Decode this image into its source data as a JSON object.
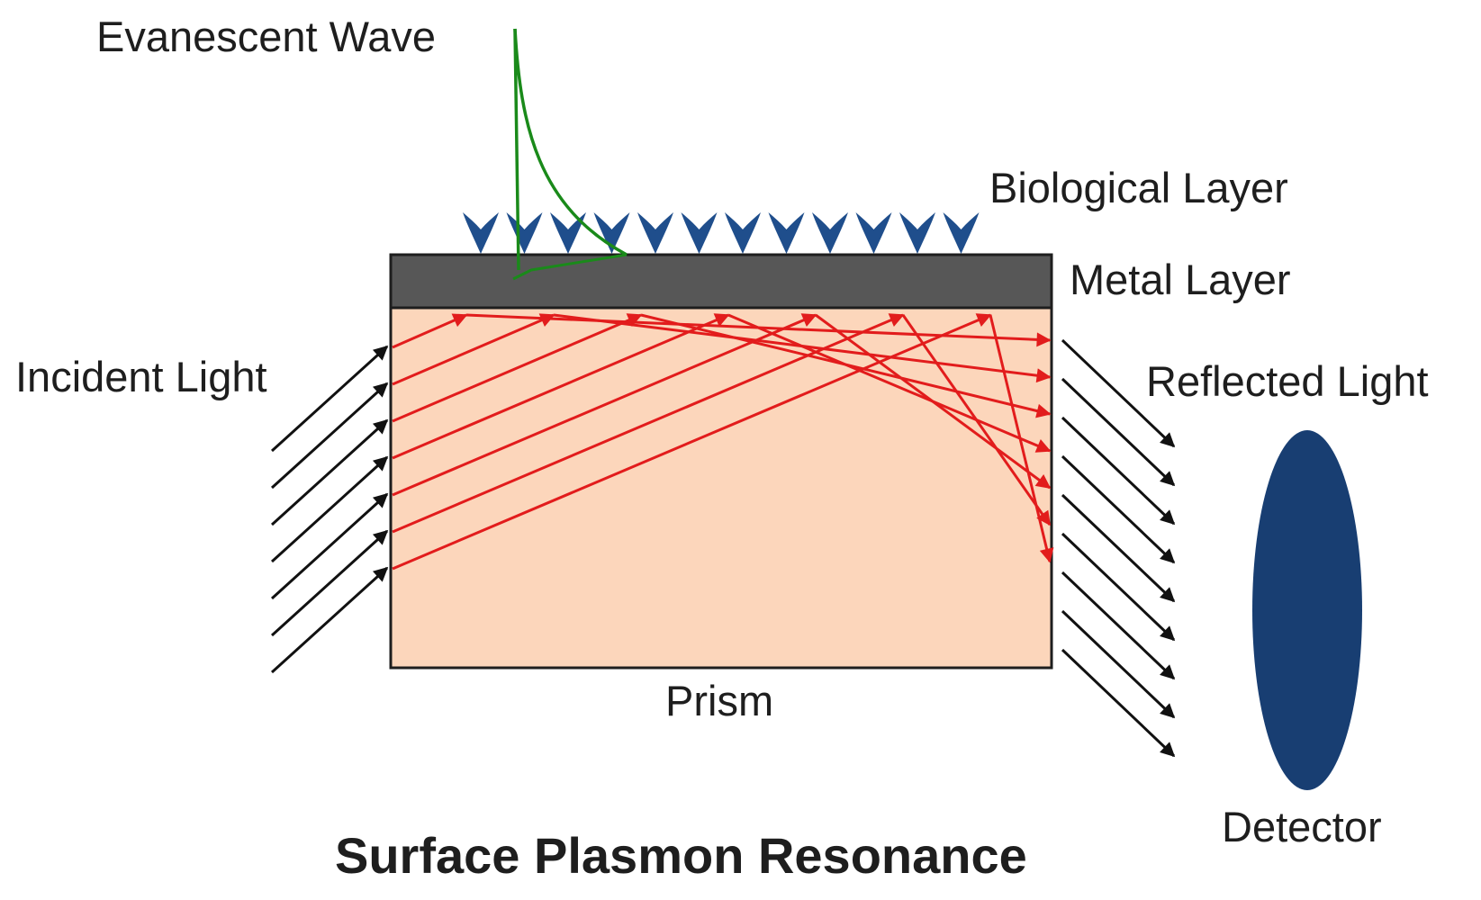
{
  "labels": {
    "evanescent_wave": "Evanescent Wave",
    "biological_layer": "Biological Layer",
    "metal_layer": "Metal Layer",
    "incident_light": "Incident Light",
    "reflected_light": "Reflected Light",
    "prism": "Prism",
    "detector": "Detector",
    "title": "Surface Plasmon Resonance"
  },
  "colors": {
    "prism_fill": "#fcd6bb",
    "metal": "#575757",
    "molecule": "#1f4e8c",
    "detector": "#183e72",
    "ray": "#e21c1c",
    "evanescent": "#1a8a1a",
    "light_arrow": "#111111"
  },
  "counts": {
    "molecules": 12,
    "incident_arrows": 7,
    "internal_rays": 7,
    "reflected_arrows": 9
  }
}
